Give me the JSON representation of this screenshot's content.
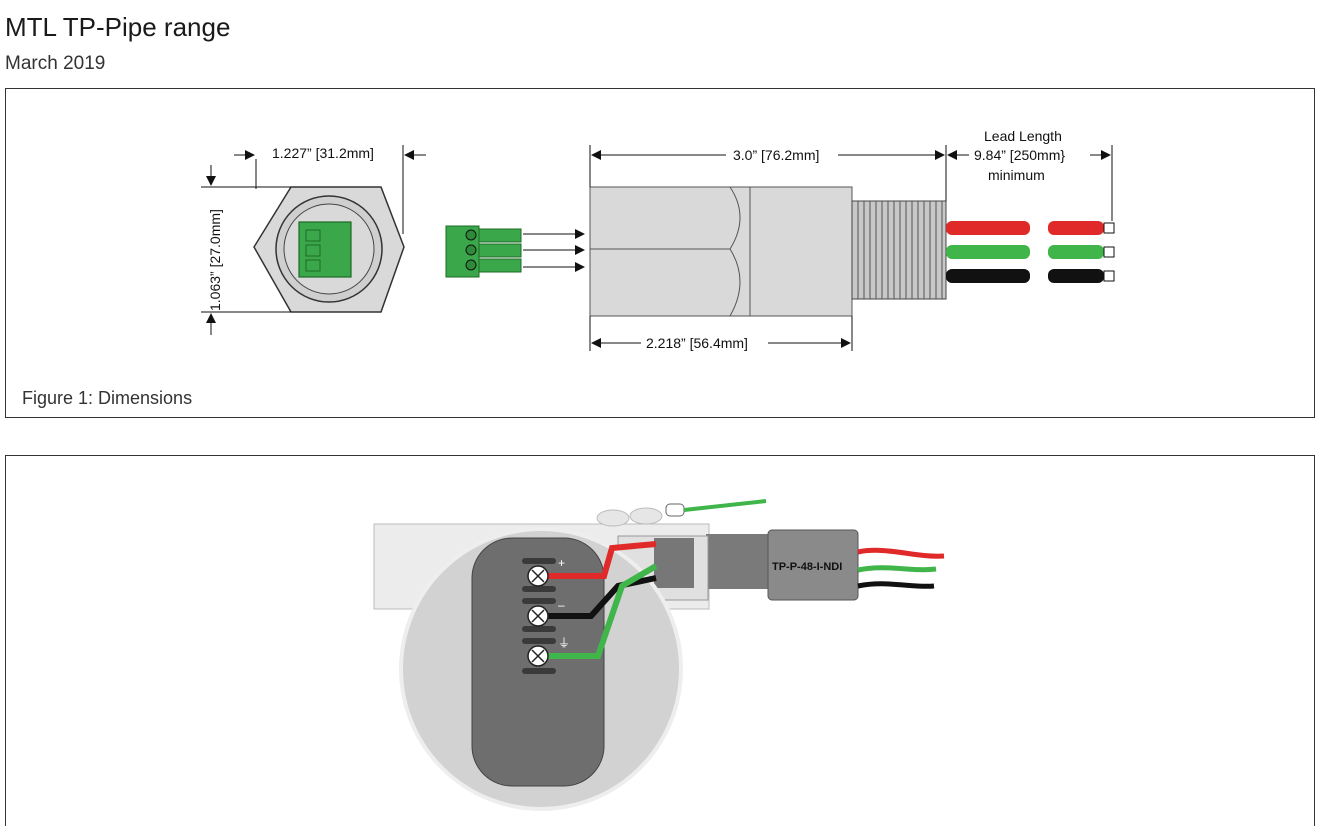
{
  "header": {
    "title": "MTL TP-Pipe range",
    "date": "March 2019"
  },
  "figure1": {
    "caption": "Figure 1: Dimensions",
    "dim_width": "1.227” [31.2mm]",
    "dim_height": "1.063” [27.0mm]",
    "dim_body_length": "3.0” [76.2mm]",
    "dim_hex_length": "2.218” [56.4mm]",
    "lead_label_1": "Lead Length",
    "lead_label_2": "9.84” [250mm}",
    "lead_label_3": "minimum"
  },
  "figure2": {
    "label_plus": "+",
    "label_minus": "–",
    "label_ground": "⏚",
    "device_tag": "TP-P-48-I-NDI"
  },
  "colors": {
    "wire_red": "#e02a2a",
    "wire_green": "#3fb54a",
    "wire_black": "#111111",
    "terminal_green": "#3aa84a",
    "body_gray": "#d9d9d9",
    "dark_gray": "#6e6e6e"
  }
}
